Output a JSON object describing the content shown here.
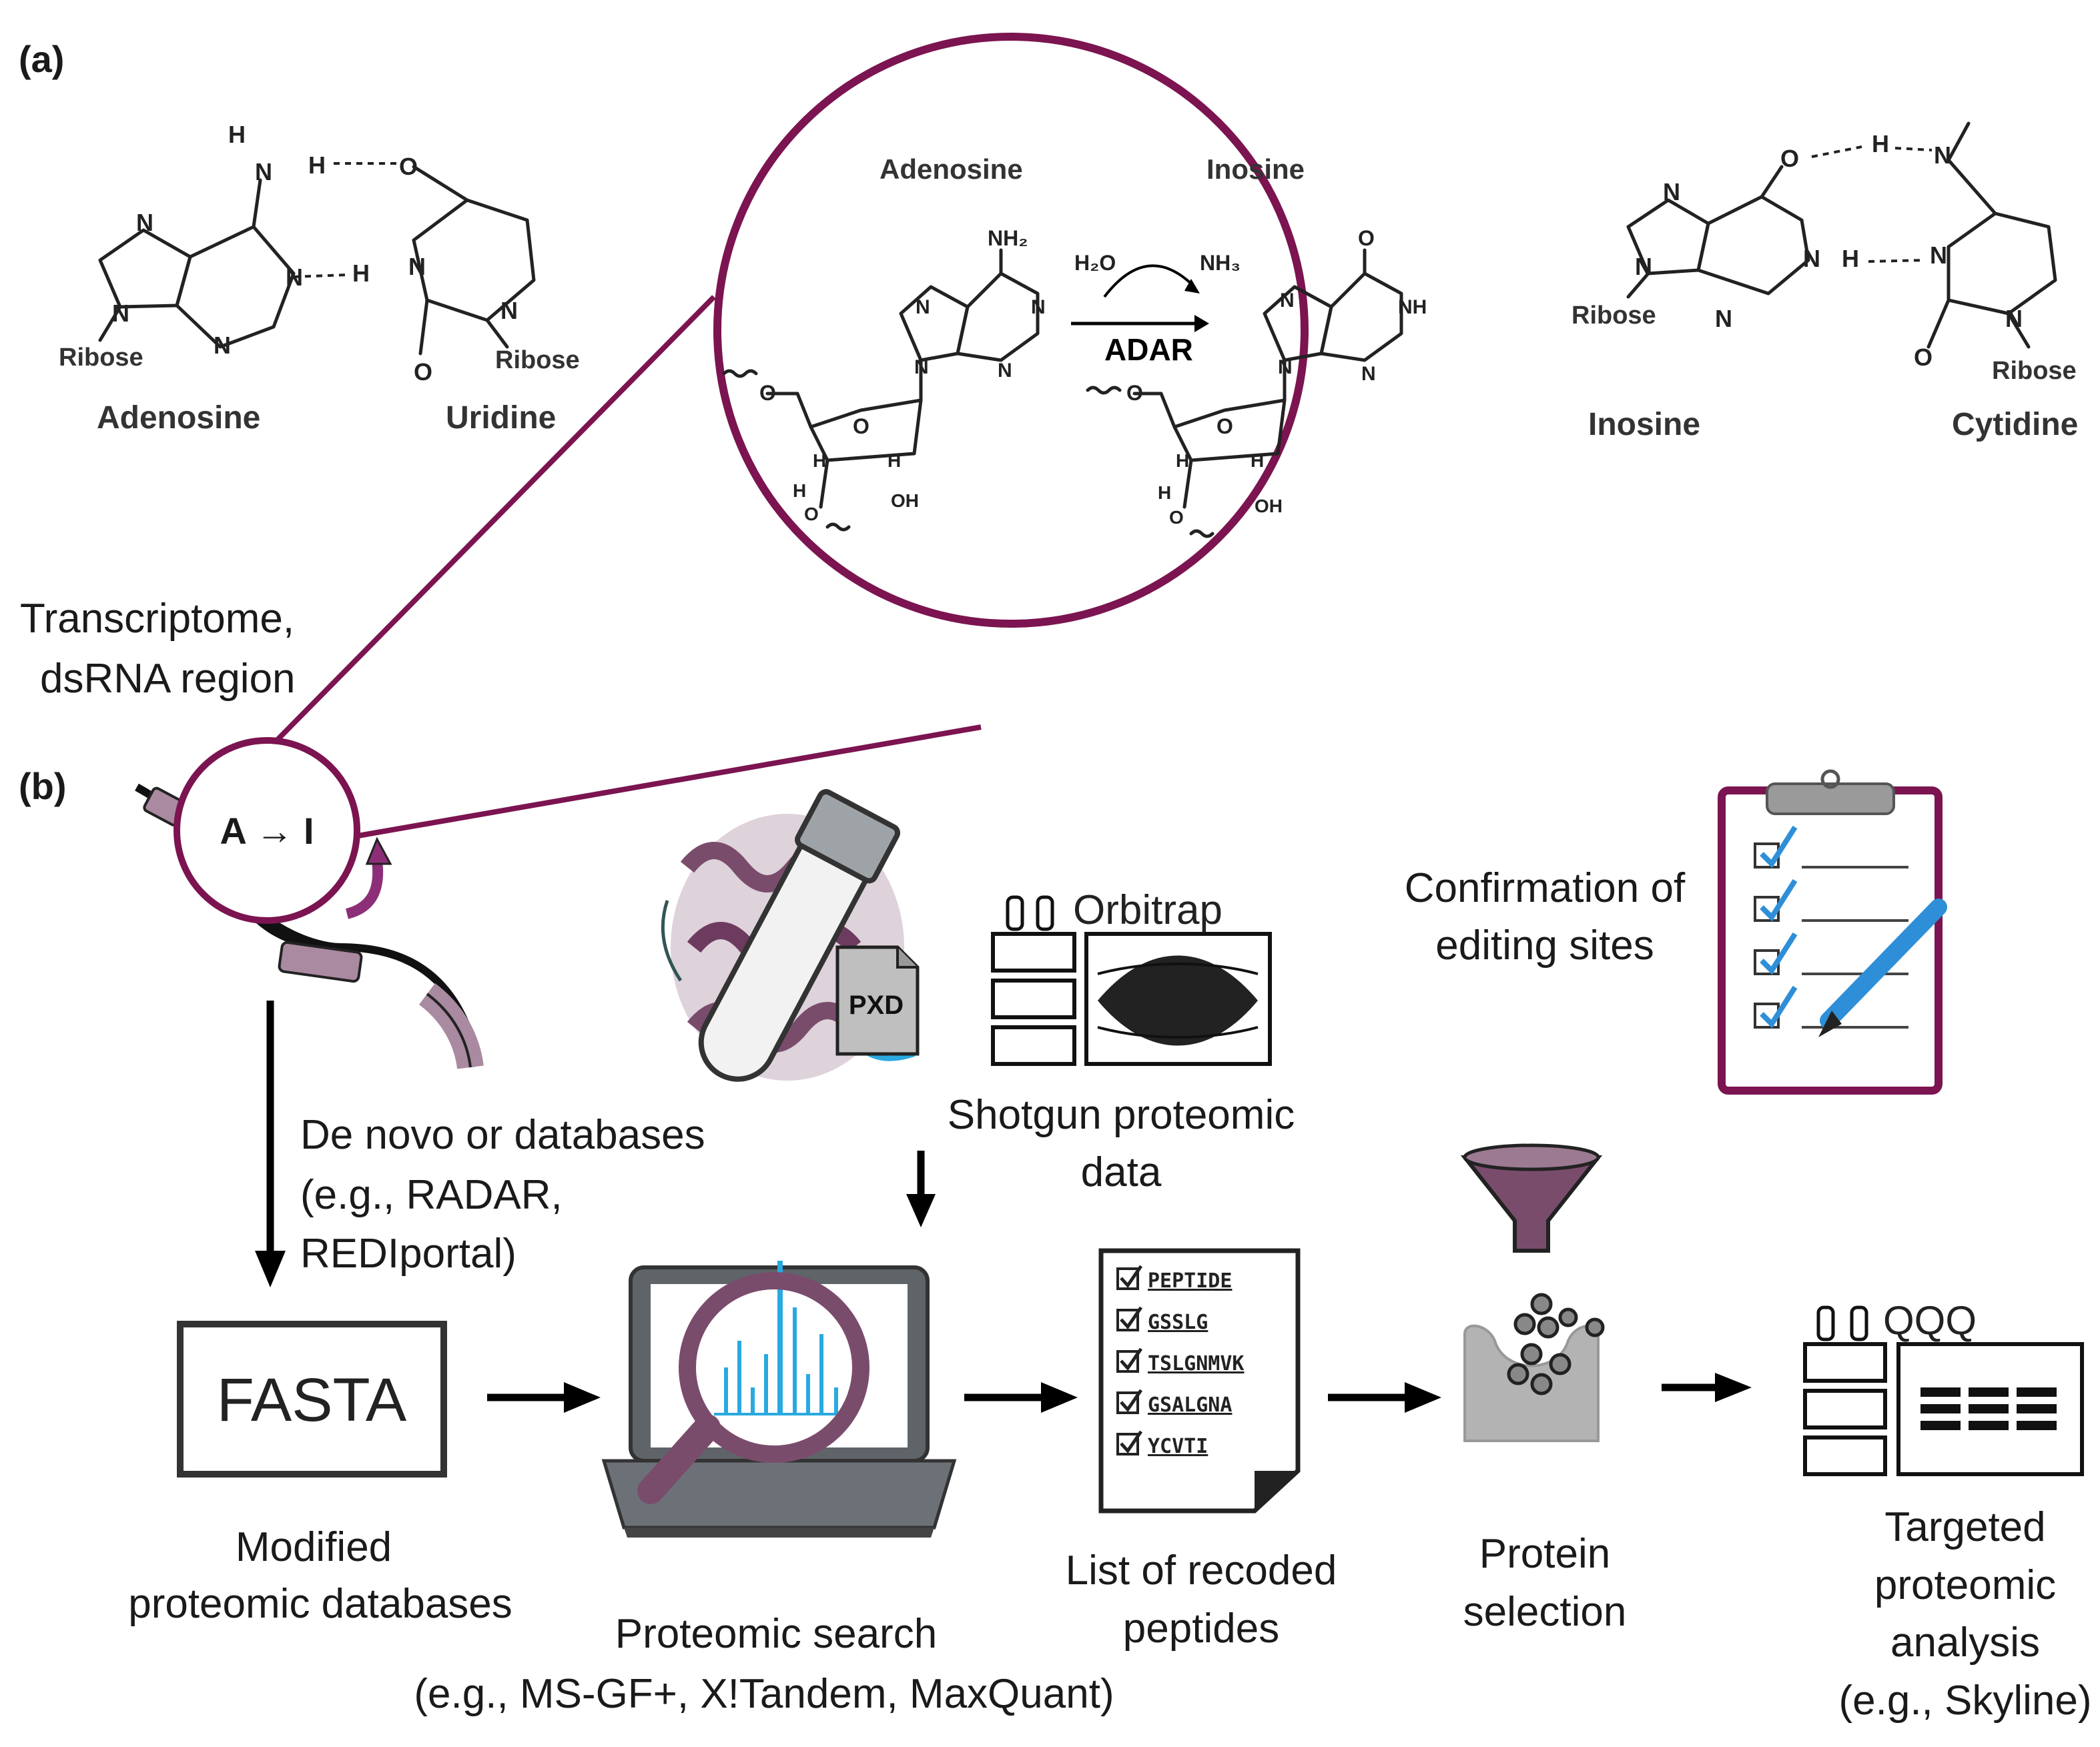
{
  "panel_a": {
    "label": "(a)",
    "pair_au": {
      "left_name": "Adenosine",
      "right_name": "Uridine",
      "left_ribose": "Ribose",
      "right_ribose": "Ribose"
    },
    "zoom": {
      "left_title": "Adenosine",
      "right_title": "Inosine",
      "reactant": "H₂O",
      "product": "NH₃",
      "enzyme": "ADAR",
      "nh2": "NH₂"
    },
    "pair_ic": {
      "left_name": "Inosine",
      "right_name": "Cytidine",
      "left_ribose": "Ribose",
      "right_ribose": "Ribose"
    }
  },
  "panel_b": {
    "label": "(b)",
    "transcriptome_line1": "Transcriptome,",
    "transcriptome_line2": "dsRNA region",
    "edit_badge": "A → I",
    "db_line1": "De novo or databases",
    "db_line2": "(e.g., RADAR,",
    "db_line3": "REDIportal)",
    "fasta_box": "FASTA",
    "fasta_caption_line1": "Modified",
    "fasta_caption_line2": "proteomic databases",
    "pxd_tag": "PXD",
    "orbitrap": "Orbitrap",
    "shotgun_line1": "Shotgun proteomic",
    "shotgun_line2": "data",
    "search_line1": "Proteomic search",
    "search_line2": "(e.g., MS-GF+, X!Tandem, MaxQuant)",
    "peptides": [
      "PEPTIDE",
      "GSSLG",
      "TSLGNMVK",
      "GSALGNA",
      "YCVTI"
    ],
    "list_line1": "List of recoded",
    "list_line2": "peptides",
    "confirm_line1": "Confirmation of",
    "confirm_line2": "editing sites",
    "protein_line1": "Protein",
    "protein_line2": "selection",
    "qqq": "QQQ",
    "targeted_line1": "Targeted",
    "targeted_line2": "proteomic",
    "targeted_line3": "analysis",
    "targeted_line4": "(e.g., Skyline)"
  },
  "colors": {
    "magenta": "#7b1450",
    "purple_light": "#a98aa0",
    "purple_mid": "#8c5a7e",
    "spectrum_blue": "#29a9e0",
    "pen_blue": "#2e8fd8",
    "black": "#000000"
  }
}
